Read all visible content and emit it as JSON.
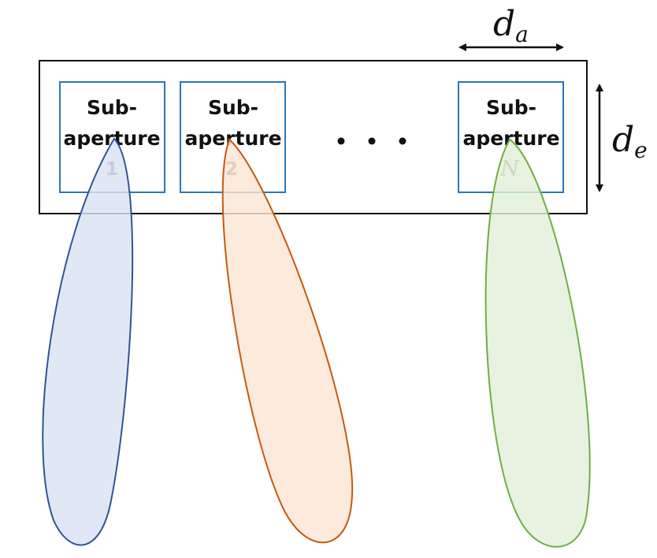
{
  "subapertures": [
    {
      "line1": "Sub-",
      "line2": "aperture",
      "index": "1"
    },
    {
      "line1": "Sub-",
      "line2": "aperture",
      "index": "2"
    },
    {
      "line1": "Sub-",
      "line2": "aperture",
      "index": "N"
    }
  ],
  "dim_width": {
    "symbol": "d",
    "subscript": "a"
  },
  "dim_height": {
    "symbol": "d",
    "subscript": "e"
  },
  "beams": [
    {
      "fill": "#dae3f3",
      "stroke": "#2f5597"
    },
    {
      "fill": "#fbe5d6",
      "stroke": "#c55a11"
    },
    {
      "fill": "#e2f0d9",
      "stroke": "#70ad47"
    }
  ],
  "box_stroke": "#2e75b6"
}
